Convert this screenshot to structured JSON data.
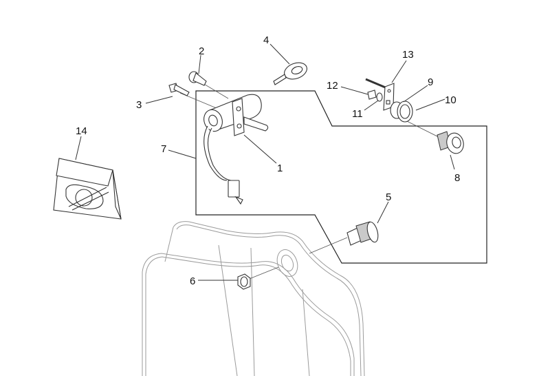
{
  "diagram": {
    "type": "exploded-parts-diagram",
    "subject": "Lock set / ignition switch assembly",
    "parts": [
      {
        "number": "1",
        "description": "ignition switch with wiring and connector"
      },
      {
        "number": "2",
        "description": "socket head screw"
      },
      {
        "number": "3",
        "description": "flange bolt"
      },
      {
        "number": "4",
        "description": "key"
      },
      {
        "number": "5",
        "description": "lock cylinder"
      },
      {
        "number": "6",
        "description": "hex nut"
      },
      {
        "number": "7",
        "description": "lock set (grouped assembly)"
      },
      {
        "number": "8",
        "description": "lock cylinder with cap"
      },
      {
        "number": "9",
        "description": "bushing"
      },
      {
        "number": "10",
        "description": "ring"
      },
      {
        "number": "11",
        "description": "washer"
      },
      {
        "number": "12",
        "description": "screw"
      },
      {
        "number": "13",
        "description": "lever bracket"
      },
      {
        "number": "14",
        "description": "kit bag"
      }
    ]
  }
}
